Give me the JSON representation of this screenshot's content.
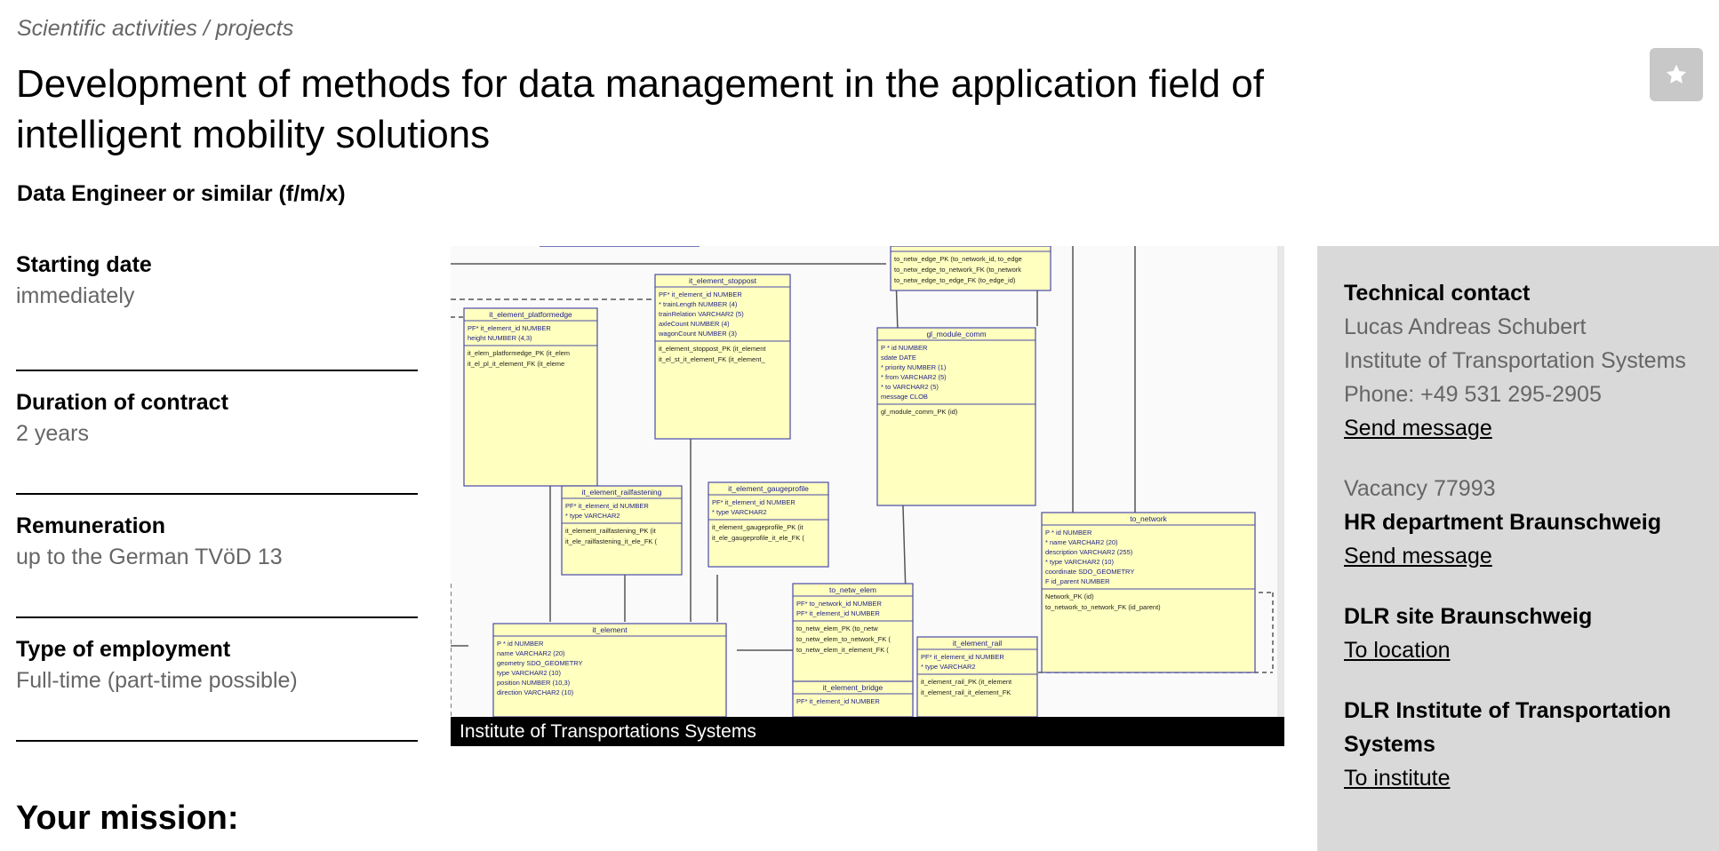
{
  "breadcrumb": "Scientific activities / projects",
  "title": "Development of methods for data management in the application field of intelligent mobility solutions",
  "subtitle": "Data Engineer or similar (f/m/x)",
  "facts": [
    {
      "label": "Starting date",
      "value": "immediately"
    },
    {
      "label": "Duration of contract",
      "value": "2 years"
    },
    {
      "label": "Remuneration",
      "value": "up to the German TVöD 13"
    },
    {
      "label": "Type of employment",
      "value": "Full-time (part-time possible)"
    }
  ],
  "figure": {
    "caption": "Institute of Transportations Systems",
    "tables": [
      {
        "name": "it_element_platformedge",
        "rows": [
          "PF* it_element_id   NUMBER",
          "height   NUMBER (4,3)"
        ],
        "keys": [
          "it_elem_platformedge_PK (it_elem",
          "it_el_pl_it_element_FK (it_eleme"
        ]
      },
      {
        "name": "it_element_stoppost",
        "rows": [
          "PF* it_element_id   NUMBER",
          "* trainLength   NUMBER (4)",
          "trainRelation   VARCHAR2 (5)",
          "axleCount   NUMBER (4)",
          "wagonCount   NUMBER (3)"
        ],
        "keys": [
          "it_element_stoppost_PK (it_element",
          "it_el_st_it_element_FK (it_element_"
        ]
      },
      {
        "name": "gl_module_comm",
        "rows": [
          "P * id   NUMBER",
          "sdate   DATE",
          "* priority   NUMBER (1)",
          "* from   VARCHAR2 (5)",
          "* to   VARCHAR2 (5)",
          "message   CLOB"
        ],
        "keys": [
          "gl_module_comm_PK (id)"
        ]
      },
      {
        "name": "it_element_railfastening",
        "rows": [
          "PF* it_element_id   NUMBER",
          "* type   VARCHAR2"
        ],
        "keys": [
          "it_element_railfastening_PK (it",
          "it_ele_railfastening_it_ele_FK ("
        ]
      },
      {
        "name": "it_element_gaugeprofile",
        "rows": [
          "PF* it_element_id   NUMBER",
          "* type   VARCHAR2"
        ],
        "keys": [
          "it_element_gaugeprofile_PK (it",
          "it_ele_gaugeprofile_it_ele_FK ("
        ]
      },
      {
        "name": "to_network",
        "rows": [
          "P * id   NUMBER",
          "* name   VARCHAR2 (20)",
          "description   VARCHAR2 (255)",
          "* type   VARCHAR2 (10)",
          "coordinate   SDO_GEOMETRY",
          "F id_parent   NUMBER"
        ],
        "keys": [
          "Network_PK (id)",
          "to_network_to_network_FK (id_parent)"
        ]
      },
      {
        "name": "to_netw_elem",
        "rows": [
          "PF* to_network_id   NUMBER",
          "PF* it_element_id   NUMBER"
        ],
        "keys": [
          "to_netw_elem_PK (to_netw",
          "to_netw_elem_to_network_FK (",
          "to_netw_elem_it_element_FK ("
        ]
      },
      {
        "name": "it_element",
        "rows": [
          "P * id   NUMBER",
          "name   VARCHAR2 (20)",
          "geometry   SDO_GEOMETRY",
          "type   VARCHAR2 (10)",
          "position   NUMBER (10,3)",
          "direction   VARCHAR2 (10)"
        ],
        "keys": []
      },
      {
        "name": "it_element_rail",
        "rows": [
          "PF* it_element_id   NUMBER",
          "* type   VARCHAR2"
        ],
        "keys": [
          "it_element_rail_PK (it_element",
          "it_element_rail_it_element_FK"
        ]
      },
      {
        "name": "it_element_bridge",
        "rows": [
          "PF* it_element_id   NUMBER"
        ],
        "keys": []
      },
      {
        "name": "",
        "rows": [],
        "keys": [
          "to_netw_edge_PK (to_network_id, to_edge",
          "to_netw_edge_to_network_FK (to_network",
          "to_netw_edge_to_edge_FK (to_edge_id)"
        ]
      }
    ]
  },
  "sidebar": {
    "technical_contact_label": "Technical contact",
    "contact_name": "Lucas Andreas Schubert",
    "contact_institute": "Institute of Transportation Systems",
    "contact_phone": "Phone: +49 531 295-2905",
    "send_message_1": "Send message",
    "vacancy": "Vacancy 77993",
    "hr_label": "HR department Braunschweig",
    "send_message_2": "Send message",
    "site_label": "DLR site Braunschweig",
    "to_location": "To location",
    "institute_label": "DLR Institute of Transportation Systems",
    "to_institute": "To institute"
  },
  "mission_heading": "Your mission:",
  "colors": {
    "table_fill": "#ffffc0",
    "table_stroke": "#4a4aa8",
    "sidebar_bg": "#d9d9d9",
    "bookmark_bg": "#c8c8c8"
  },
  "icons": {
    "bookmark": "star-icon"
  }
}
